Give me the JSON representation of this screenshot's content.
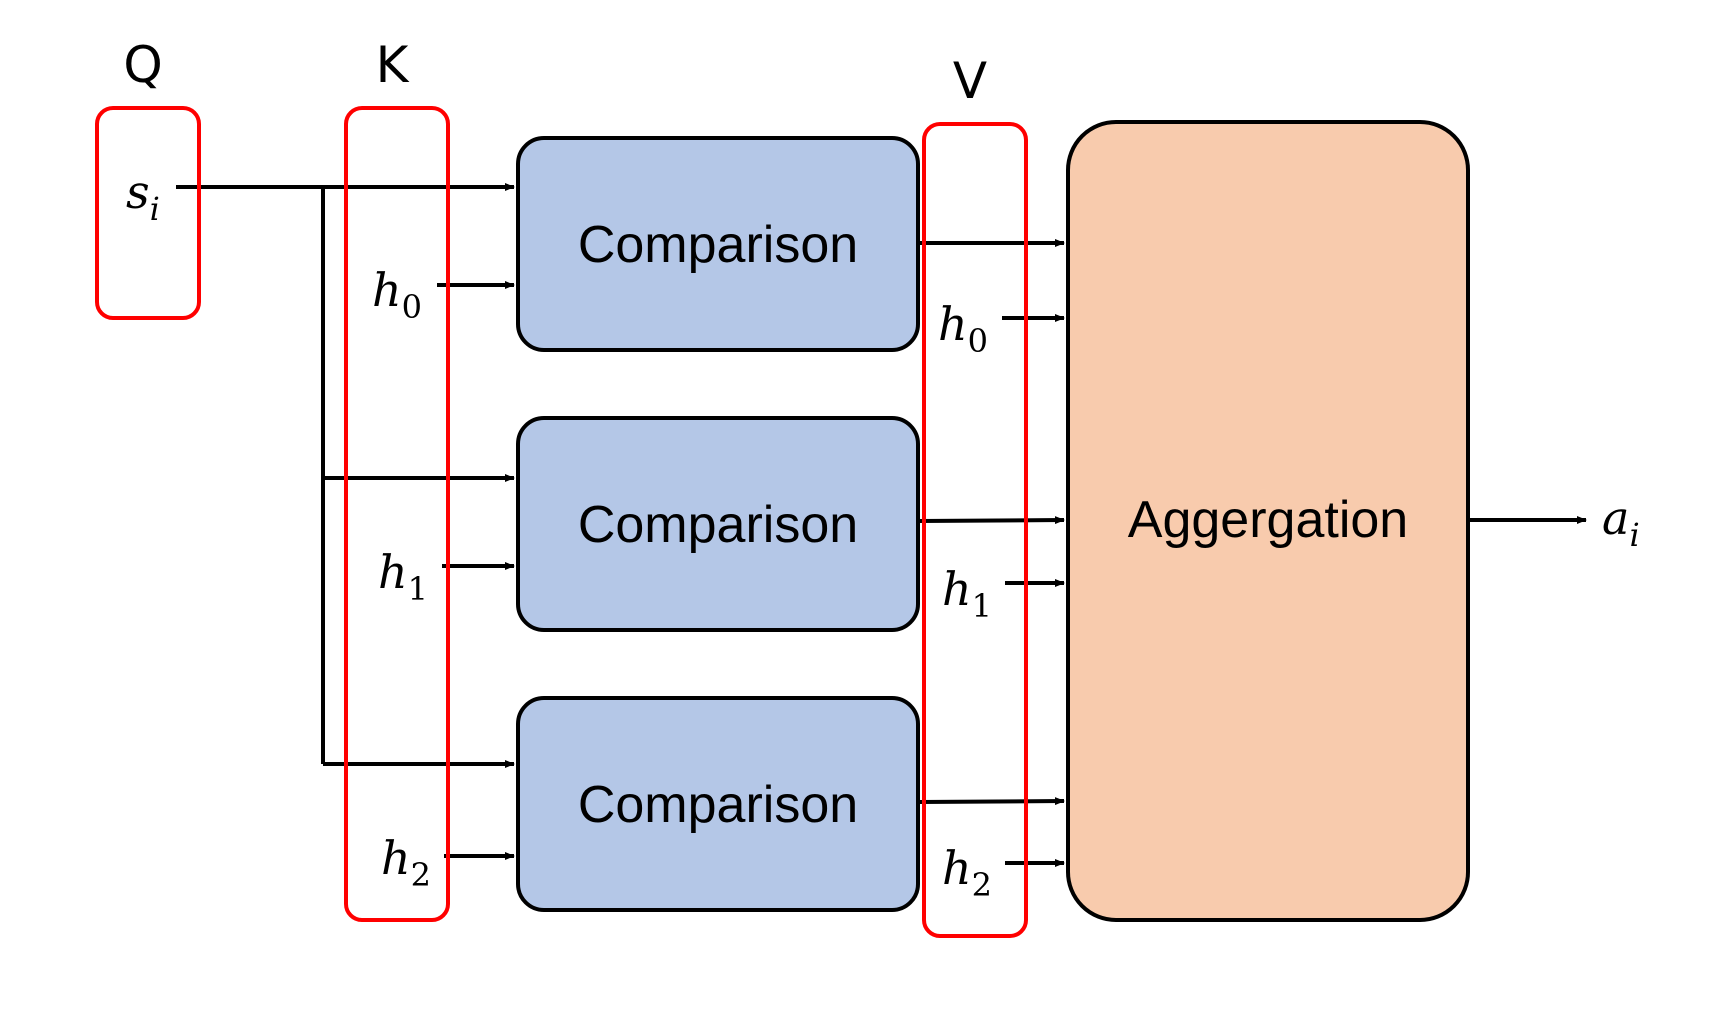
{
  "headers": {
    "q": "Q",
    "k": "K",
    "v": "V"
  },
  "query": {
    "base": "s",
    "sub": "i"
  },
  "keys": [
    {
      "base": "h",
      "sub": "0"
    },
    {
      "base": "h",
      "sub": "1"
    },
    {
      "base": "h",
      "sub": "2"
    }
  ],
  "values": [
    {
      "base": "h",
      "sub": "0"
    },
    {
      "base": "h",
      "sub": "1"
    },
    {
      "base": "h",
      "sub": "2"
    }
  ],
  "comparison_blocks": [
    "Comparison",
    "Comparison",
    "Comparison"
  ],
  "aggregation": {
    "label": "Aggergation"
  },
  "output": {
    "base": "a",
    "sub": "i"
  },
  "colors": {
    "comparison_fill": "#b4c7e7",
    "aggregation_fill": "#f8cbad",
    "group_outline": "#ff0000",
    "stroke": "#000000"
  }
}
